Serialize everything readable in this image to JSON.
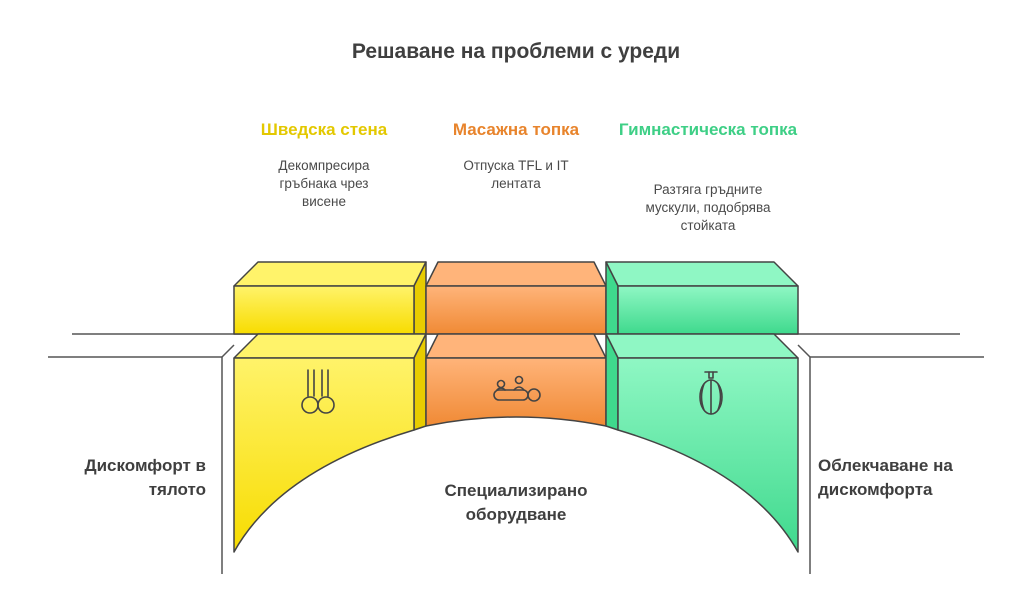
{
  "title": "Решаване на проблеми с уреди",
  "left_label": "Дискомфорт в тялото",
  "right_label": "Облекчаване на дискомфорта",
  "center_label": "Специализирано оборудване",
  "items": [
    {
      "heading": "Шведска стена",
      "description": "Декомпресира гръбнака чрез висене",
      "icon": "gymnastic-rings-icon",
      "color": "#e3c800"
    },
    {
      "heading": "Масажна топка",
      "description": "Отпуска TFL и IT лентата",
      "icon": "massage-roller-icon",
      "color": "#e8842c"
    },
    {
      "heading": "Гимнастическа топка",
      "description": "Разтяга гръдните мускули, подобрява стойката",
      "icon": "punching-ball-icon",
      "color": "#3ecf86"
    }
  ]
}
